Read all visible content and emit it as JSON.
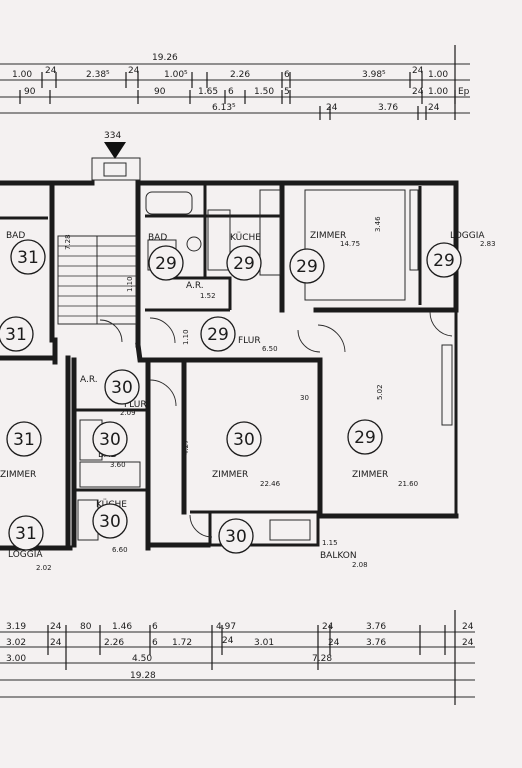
{
  "top_dimensions": {
    "row1": [
      "19.26"
    ],
    "row2": [
      "1.00",
      "24",
      "2.38⁵",
      "24",
      "1.00⁵",
      "2.26",
      "6",
      "3.98⁵",
      "24",
      "1.00"
    ],
    "row3": [
      "90",
      "90",
      "1.65",
      "6",
      "1.50",
      "5",
      "24",
      "1.00",
      "Ep"
    ],
    "row4": [
      "6.13⁵",
      "24",
      "3.76",
      "24"
    ]
  },
  "bottom_dimensions": {
    "row1": [
      "3.19",
      "24",
      "80",
      "1.46",
      "6",
      "4.97",
      "24",
      "3.76",
      "24"
    ],
    "row2": [
      "3.02",
      "24",
      "2.26",
      "6",
      "1.72",
      "24",
      "3.01",
      "24",
      "3.76",
      "24"
    ],
    "row3": [
      "3.00",
      "4.50",
      "7.28"
    ],
    "row4": [
      "19.28"
    ]
  },
  "entrance_marker": "334",
  "rooms": [
    {
      "name": "BAD",
      "area": ""
    },
    {
      "name": "KÜCHE",
      "area": ""
    },
    {
      "name": "ZIMMER",
      "area": "14.75"
    },
    {
      "name": "LOGGIA",
      "area": "2.83"
    },
    {
      "name": "A.R.",
      "area": "1.52"
    },
    {
      "name": "FLUR",
      "area": "6.50"
    },
    {
      "name": "FLUR",
      "area": "2.09"
    },
    {
      "name": "BAD",
      "area": "3.60"
    },
    {
      "name": "ZIMMER",
      "area": "22.46"
    },
    {
      "name": "ZIMMER",
      "area": "21.60"
    },
    {
      "name": "BALKON",
      "area": "2.08"
    },
    {
      "name": "KÜCHE",
      "area": ""
    },
    {
      "name": "ZIMMER",
      "area": ""
    },
    {
      "name": "LOGGIA",
      "area": "2.02"
    },
    {
      "name": "BAD",
      "area": ""
    },
    {
      "name": "A.R.",
      "area": ""
    }
  ],
  "unit_numbers": [
    "31",
    "29",
    "29",
    "29",
    "29",
    "31",
    "29",
    "30",
    "31",
    "30",
    "30",
    "29",
    "31",
    "30",
    "30"
  ],
  "inner_dimensions": [
    "3.46",
    "4.27",
    "5.02",
    "7.28",
    "1.10",
    "1.15",
    "1.10",
    "30",
    "6.60"
  ]
}
